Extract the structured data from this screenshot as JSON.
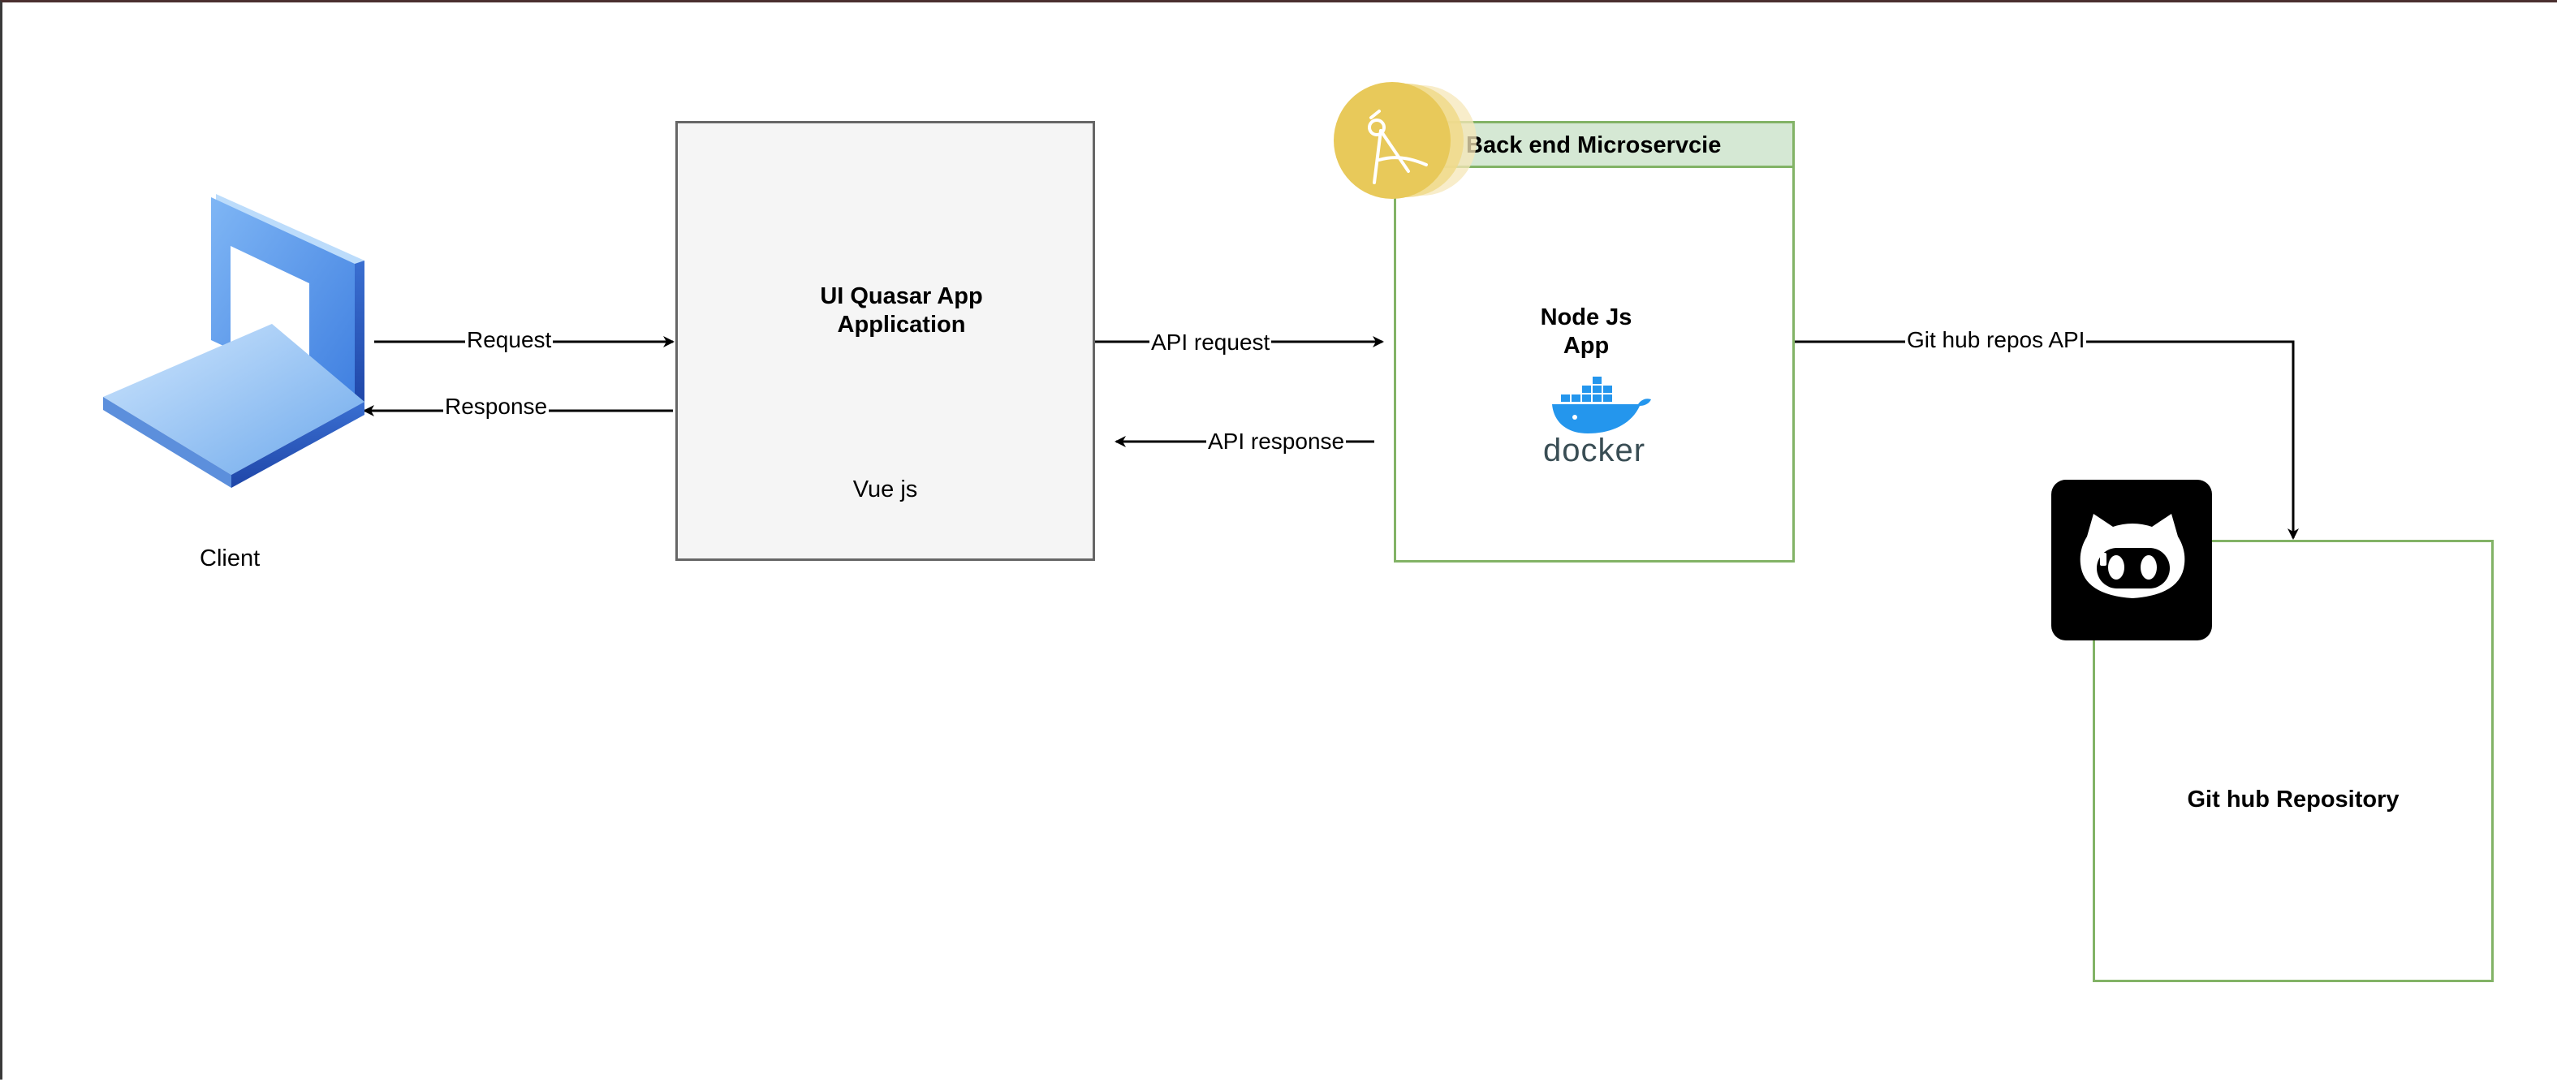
{
  "diagram": {
    "client": {
      "label": "Client",
      "icon": "laptop-icon"
    },
    "ui_app": {
      "title_line1": "UI Quasar App",
      "title_line2": "Application",
      "subtitle": "Vue js"
    },
    "backend": {
      "header": "Back end Microservcie",
      "title_line1": "Node Js",
      "title_line2": "App",
      "docker_wordmark": "docker",
      "header_icon": "compass-icon",
      "docker_icon": "docker-whale-icon"
    },
    "github": {
      "title": "Git hub Repository",
      "icon": "github-octocat-icon"
    },
    "edges": {
      "request": "Request",
      "response": "Response",
      "api_request": "API request",
      "api_response": "API  response",
      "github_api": "Git hub repos API"
    },
    "colors": {
      "ui_fill": "#f5f5f5",
      "ui_stroke": "#666666",
      "green_fill": "#d5e8d4",
      "green_stroke": "#82b366",
      "compass_yellow": "#e8c95a",
      "docker_blue": "#2496ed",
      "laptop_blue": "#4a90e8"
    }
  }
}
